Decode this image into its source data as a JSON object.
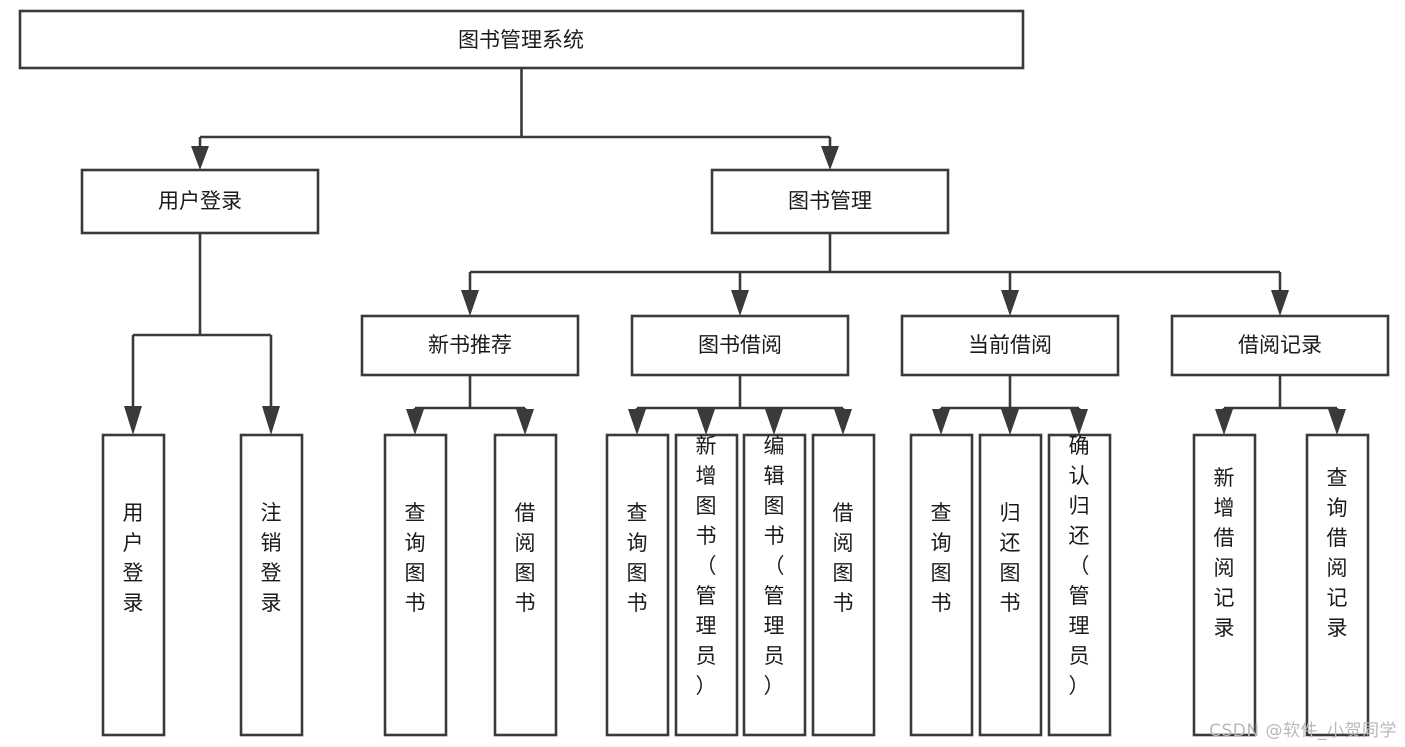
{
  "diagram": {
    "title": "图书管理系统",
    "type": "tree-hierarchy",
    "orientation": "top-down",
    "colors": {
      "box_stroke": "#3a3a3a",
      "box_fill": "#ffffff",
      "connector": "#3a3a3a",
      "text": "#1b1b1b",
      "background": "#ffffff",
      "watermark": "#b9b9b9"
    },
    "root": {
      "label": "图书管理系统"
    },
    "level2": [
      {
        "label": "用户登录"
      },
      {
        "label": "图书管理"
      }
    ],
    "level3": [
      {
        "label": "新书推荐"
      },
      {
        "label": "图书借阅"
      },
      {
        "label": "当前借阅"
      },
      {
        "label": "借阅记录"
      }
    ],
    "leaves": {
      "user_login": [
        {
          "label": "用户登录"
        },
        {
          "label": "注销登录"
        }
      ],
      "new_book_recommend": [
        {
          "label": "查询图书"
        },
        {
          "label": "借阅图书"
        }
      ],
      "book_borrow": [
        {
          "label": "查询图书"
        },
        {
          "label": "新增图书（管理员）"
        },
        {
          "label": "编辑图书（管理员）"
        },
        {
          "label": "借阅图书"
        }
      ],
      "current_borrow": [
        {
          "label": "查询图书"
        },
        {
          "label": "归还图书"
        },
        {
          "label": "确认归还（管理员）"
        }
      ],
      "borrow_records": [
        {
          "label": "新增借阅记录"
        },
        {
          "label": "查询借阅记录"
        }
      ]
    },
    "watermark": "CSDN @软件_小贺同学"
  }
}
